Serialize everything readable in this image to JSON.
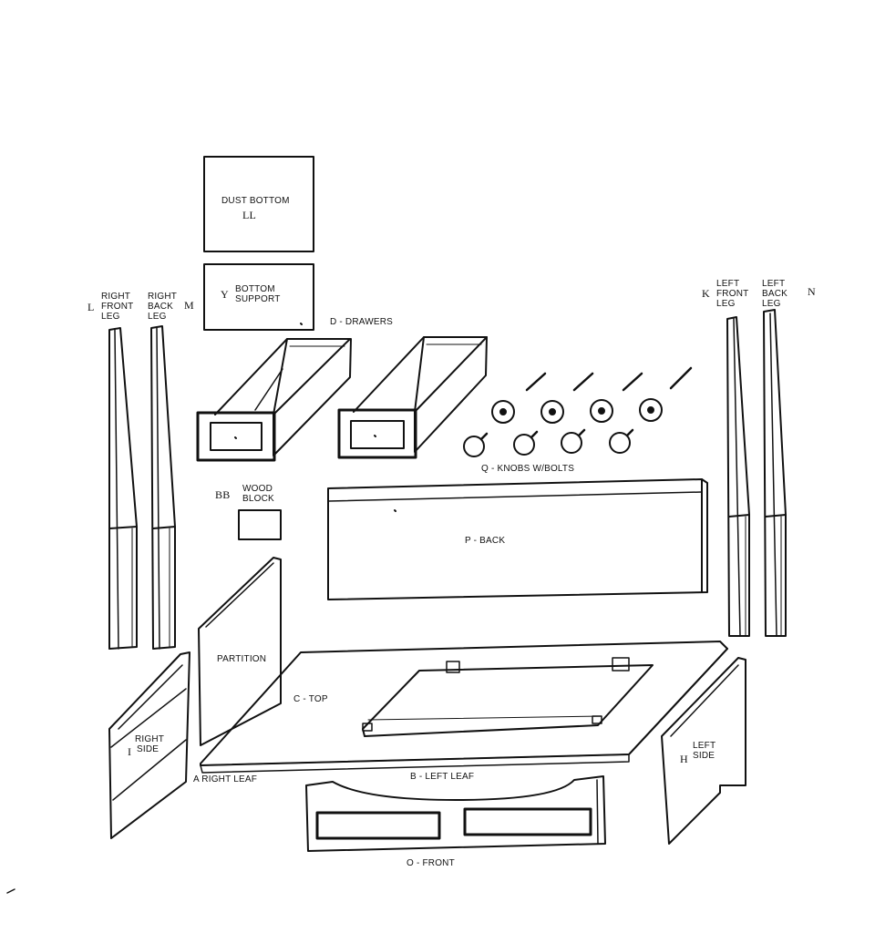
{
  "labels": {
    "dust_bottom": "DUST BOTTOM",
    "dust_bottom_code": "LL",
    "bottom_support_code": "Y",
    "bottom_support_l1": "BOTTOM",
    "bottom_support_l2": "SUPPORT",
    "drawers": "D - DRAWERS",
    "right_front_leg_code": "L",
    "right_front_leg": [
      "RIGHT",
      "FRONT",
      "LEG"
    ],
    "right_back_leg": [
      "RIGHT",
      "BACK",
      "LEG"
    ],
    "right_back_leg_code": "M",
    "left_front_leg_code": "K",
    "left_front_leg": [
      "LEFT",
      "FRONT",
      "LEG"
    ],
    "left_back_leg": [
      "LEFT",
      "BACK",
      "LEG"
    ],
    "left_back_leg_code": "N",
    "knobs": "Q - KNOBS W/BOLTS",
    "wood_block_code": "BB",
    "wood_block_l1": "WOOD",
    "wood_block_l2": "BLOCK",
    "back": "P - BACK",
    "partition": "PARTITION",
    "top": "C - TOP",
    "right_side_code": "I",
    "right_side_l1": "RIGHT",
    "right_side_l2": "SIDE",
    "left_side_code": "H",
    "left_side_l1": "LEFT",
    "left_side_l2": "SIDE",
    "right_leaf": "A RIGHT LEAF",
    "left_leaf": "B - LEFT LEAF",
    "front": "O - FRONT"
  }
}
